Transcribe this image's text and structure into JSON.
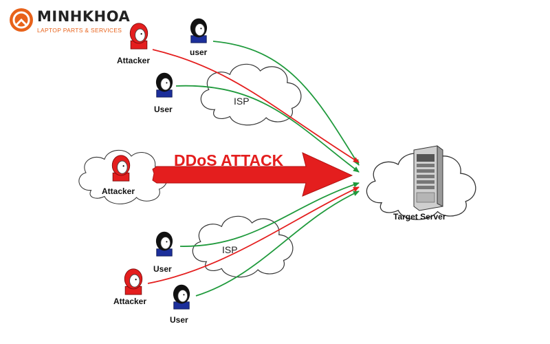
{
  "brand": {
    "name": "MINHKHOA",
    "tagline": "LAPTOP PARTS & SERVICES",
    "accent": "#e8621a"
  },
  "diagram": {
    "attack_label": "DDoS ATTACK",
    "isp_top": "ISP",
    "isp_bottom": "ISP",
    "server_label": "Target Server",
    "attacker_top": "Attacker",
    "user_top": "user",
    "user_mid": "User",
    "attacker_center": "Attacker",
    "user_bottom_a": "User",
    "attacker_bottom": "Attacker",
    "user_bottom_b": "User"
  },
  "colors": {
    "attack": "#e41e1e",
    "legit": "#1f9a3c",
    "attacker_head": "#e41e1e",
    "user_head": "#111111"
  },
  "icons": [
    "logo-icon",
    "attacker-icon",
    "user-icon",
    "server-icon",
    "cloud-icon",
    "arrow-icon"
  ]
}
